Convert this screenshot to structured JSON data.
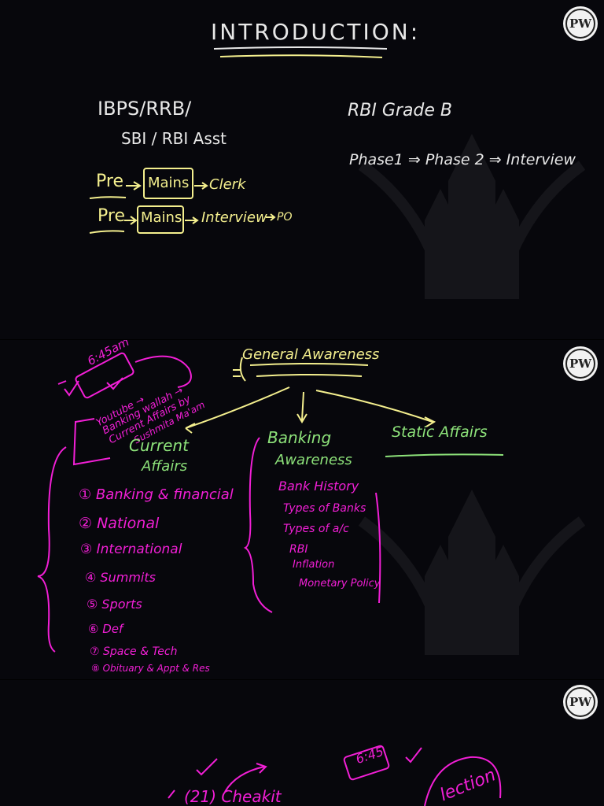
{
  "slide1": {
    "title": "INTRODUCTION:",
    "exam_line1": "IBPS/RRB/",
    "exam_line2": "SBI / RBI Asst",
    "flow1_pre": "Pre",
    "flow1_mains": "Mains",
    "flow1_end": "Clerk",
    "flow2_pre": "Pre",
    "flow2_mains": "Mains",
    "flow2_mid": "Interview",
    "flow2_end": "PO",
    "rbi_title": "RBI Grade B",
    "rbi_flow": "Phase1 ⇒ Phase 2 ⇒ Interview"
  },
  "slide2": {
    "time_badge": "6:45am",
    "youtube_note_1": "Youtube →",
    "youtube_note_2": "Banking wallah →",
    "youtube_note_3": "Current Affairs by",
    "youtube_note_4": "Sushmita Ma'am",
    "heading": "General Awareness",
    "branch1_line1": "Current",
    "branch1_line2": "Affairs",
    "branch2_line1": "Banking",
    "branch2_line2": "Awareness",
    "branch3": "Static Affairs",
    "current_affairs_items": [
      "① Banking & financial",
      "② National",
      "③ International",
      "④ Summits",
      "⑤ Sports",
      "⑥ Def",
      "⑦ Space & Tech",
      "⑧ Obituary & Appt & Res"
    ],
    "banking_items": [
      "Bank History",
      "Types of Banks",
      "Types of a/c",
      "RBI",
      "Inflation",
      "Monetary Policy"
    ]
  },
  "slide3": {
    "time_badge": "6:45",
    "item_label": "(21) Cheakit",
    "partial_word": "lection"
  },
  "logo": {
    "text": "PW"
  },
  "colors": {
    "yellow_ink": "#f4ef8e",
    "white_ink": "#e8e8e8",
    "pink_ink": "#f21fd6",
    "green_ink": "#8de27a",
    "background": "#07070c"
  }
}
